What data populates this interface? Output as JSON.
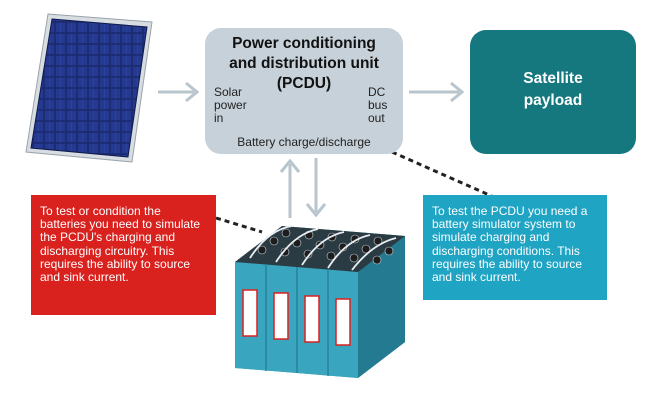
{
  "pcdu": {
    "title_lines": [
      "Power conditioning",
      "and distribution unit",
      "(PCDU)"
    ],
    "input_label_lines": [
      "Solar",
      "power",
      "in"
    ],
    "output_label_lines": [
      "DC",
      "bus",
      "out"
    ],
    "battery_label": "Battery charge/discharge"
  },
  "payload": {
    "label_lines": [
      "Satellite",
      "payload"
    ]
  },
  "notes": {
    "battery_test": "To test or condition the batteries you need to simulate the PCDU's charging and discharging circuitry. This requires the ability to source and sink current.",
    "pcdu_test": "To test the PCDU you need a battery simulator system to simulate charging and discharging conditions. This requires the ability to source and sink current."
  },
  "colors": {
    "pcdu_box": "#c7d1d9",
    "payload_box": "#16787f",
    "battery_note": "#d9211e",
    "pcdu_note": "#1fa4c4",
    "arrows": "#b9c5cd",
    "battery_casing": "#3aa5bf"
  },
  "icons": {
    "solar_panel": "solar-panel-icon",
    "battery_pack": "battery-pack-icon"
  }
}
